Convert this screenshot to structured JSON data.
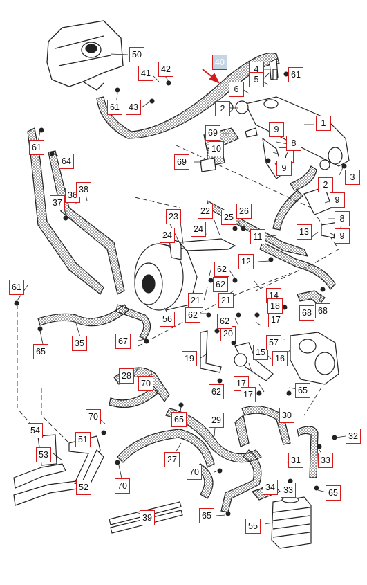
{
  "diagram": {
    "callouts": [
      {
        "id": "c-1",
        "label": "1"
      },
      {
        "id": "c-2a",
        "label": "2"
      },
      {
        "id": "c-2b",
        "label": "2"
      },
      {
        "id": "c-3",
        "label": "3"
      },
      {
        "id": "c-4",
        "label": "4"
      },
      {
        "id": "c-5",
        "label": "5"
      },
      {
        "id": "c-6",
        "label": "6"
      },
      {
        "id": "c-7",
        "label": "7"
      },
      {
        "id": "c-8a",
        "label": "8"
      },
      {
        "id": "c-8b",
        "label": "8"
      },
      {
        "id": "c-9a",
        "label": "9"
      },
      {
        "id": "c-9b",
        "label": "9"
      },
      {
        "id": "c-9c",
        "label": "9"
      },
      {
        "id": "c-9d",
        "label": "9"
      },
      {
        "id": "c-10",
        "label": "10"
      },
      {
        "id": "c-11",
        "label": "11"
      },
      {
        "id": "c-12",
        "label": "12"
      },
      {
        "id": "c-13",
        "label": "13"
      },
      {
        "id": "c-14",
        "label": "14"
      },
      {
        "id": "c-15",
        "label": "15"
      },
      {
        "id": "c-16",
        "label": "16"
      },
      {
        "id": "c-17a",
        "label": "17"
      },
      {
        "id": "c-17b",
        "label": "17"
      },
      {
        "id": "c-17c",
        "label": "17"
      },
      {
        "id": "c-18",
        "label": "18"
      },
      {
        "id": "c-19",
        "label": "19"
      },
      {
        "id": "c-20",
        "label": "20"
      },
      {
        "id": "c-21a",
        "label": "21"
      },
      {
        "id": "c-21b",
        "label": "21"
      },
      {
        "id": "c-22",
        "label": "22"
      },
      {
        "id": "c-23",
        "label": "23"
      },
      {
        "id": "c-24a",
        "label": "24"
      },
      {
        "id": "c-24b",
        "label": "24"
      },
      {
        "id": "c-25",
        "label": "25"
      },
      {
        "id": "c-26",
        "label": "26"
      },
      {
        "id": "c-27",
        "label": "27"
      },
      {
        "id": "c-28",
        "label": "28"
      },
      {
        "id": "c-29",
        "label": "29"
      },
      {
        "id": "c-30",
        "label": "30"
      },
      {
        "id": "c-31",
        "label": "31"
      },
      {
        "id": "c-32",
        "label": "32"
      },
      {
        "id": "c-33a",
        "label": "33"
      },
      {
        "id": "c-33b",
        "label": "33"
      },
      {
        "id": "c-34",
        "label": "34"
      },
      {
        "id": "c-35",
        "label": "35"
      },
      {
        "id": "c-36",
        "label": "36"
      },
      {
        "id": "c-37",
        "label": "37"
      },
      {
        "id": "c-38",
        "label": "38"
      },
      {
        "id": "c-39",
        "label": "39"
      },
      {
        "id": "c-40",
        "label": "40",
        "highlight": true
      },
      {
        "id": "c-41",
        "label": "41"
      },
      {
        "id": "c-42",
        "label": "42"
      },
      {
        "id": "c-43",
        "label": "43"
      },
      {
        "id": "c-50",
        "label": "50"
      },
      {
        "id": "c-51",
        "label": "51"
      },
      {
        "id": "c-52",
        "label": "52"
      },
      {
        "id": "c-53",
        "label": "53"
      },
      {
        "id": "c-54",
        "label": "54"
      },
      {
        "id": "c-55",
        "label": "55"
      },
      {
        "id": "c-56",
        "label": "56"
      },
      {
        "id": "c-57",
        "label": "57"
      },
      {
        "id": "c-61a",
        "label": "61"
      },
      {
        "id": "c-61b",
        "label": "61"
      },
      {
        "id": "c-61c",
        "label": "61"
      },
      {
        "id": "c-61d",
        "label": "61"
      },
      {
        "id": "c-62a",
        "label": "62"
      },
      {
        "id": "c-62b",
        "label": "62"
      },
      {
        "id": "c-62c",
        "label": "62"
      },
      {
        "id": "c-62d",
        "label": "62"
      },
      {
        "id": "c-62e",
        "label": "62"
      },
      {
        "id": "c-64",
        "label": "64"
      },
      {
        "id": "c-65a",
        "label": "65"
      },
      {
        "id": "c-65b",
        "label": "65"
      },
      {
        "id": "c-65c",
        "label": "65"
      },
      {
        "id": "c-65d",
        "label": "65"
      },
      {
        "id": "c-65e",
        "label": "65"
      },
      {
        "id": "c-67",
        "label": "67"
      },
      {
        "id": "c-68a",
        "label": "68"
      },
      {
        "id": "c-68b",
        "label": "68"
      },
      {
        "id": "c-69a",
        "label": "69"
      },
      {
        "id": "c-69b",
        "label": "69"
      },
      {
        "id": "c-70a",
        "label": "70"
      },
      {
        "id": "c-70b",
        "label": "70"
      },
      {
        "id": "c-70c",
        "label": "70"
      },
      {
        "id": "c-70d",
        "label": "70"
      }
    ]
  }
}
